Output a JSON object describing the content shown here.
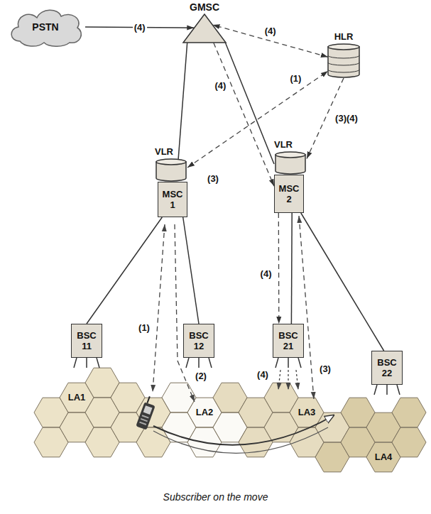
{
  "diagram": {
    "caption": "Subscriber on the move",
    "nodes": [
      {
        "text": [
          "PSTN"
        ]
      },
      {
        "text": [
          "GMSC"
        ]
      },
      {
        "text": [
          "HLR"
        ]
      },
      {
        "text": [
          "VLR"
        ]
      },
      {
        "text": [
          "MSC 1"
        ]
      },
      {
        "text": [
          "VLR"
        ]
      },
      {
        "text": [
          "MSC 2"
        ]
      },
      {
        "text": [
          "BSC 11"
        ]
      },
      {
        "text": [
          "BSC 12"
        ]
      },
      {
        "text": [
          "BSC 21"
        ]
      },
      {
        "text": [
          "BSC 22"
        ]
      }
    ],
    "edges": [
      {
        "from": 0,
        "to": 1,
        "arrow": "to",
        "label": "(4)"
      },
      {
        "from": 2,
        "to": 1,
        "arrow": "both",
        "label": "(4)"
      },
      {
        "from": 1,
        "to": 3,
        "arrow": "none"
      },
      {
        "from": 1,
        "to": 5,
        "arrow": "none"
      },
      {
        "from": 1,
        "to": 6,
        "arrow": "to",
        "label": "(4)"
      },
      {
        "from": 3,
        "to": 2,
        "arrow": "both",
        "label": "(1)"
      },
      {
        "from": 2,
        "to": 5,
        "arrow": "to",
        "label": "(3)(4)"
      },
      {
        "from": 4,
        "to": 7,
        "arrow": "none"
      },
      {
        "from": 4,
        "to": 8,
        "arrow": "none"
      },
      {
        "from": 6,
        "to": 9,
        "arrow": "none"
      },
      {
        "from": 6,
        "to": 10,
        "arrow": "none"
      },
      {
        "from": 6,
        "to": 9,
        "arrow": "to",
        "label": "(4)"
      }
    ],
    "labels": [
      "(3)",
      "(1)",
      "(2)",
      "(3)",
      "(4)",
      "LA1",
      "LA2",
      "LA3",
      "LA4"
    ]
  }
}
